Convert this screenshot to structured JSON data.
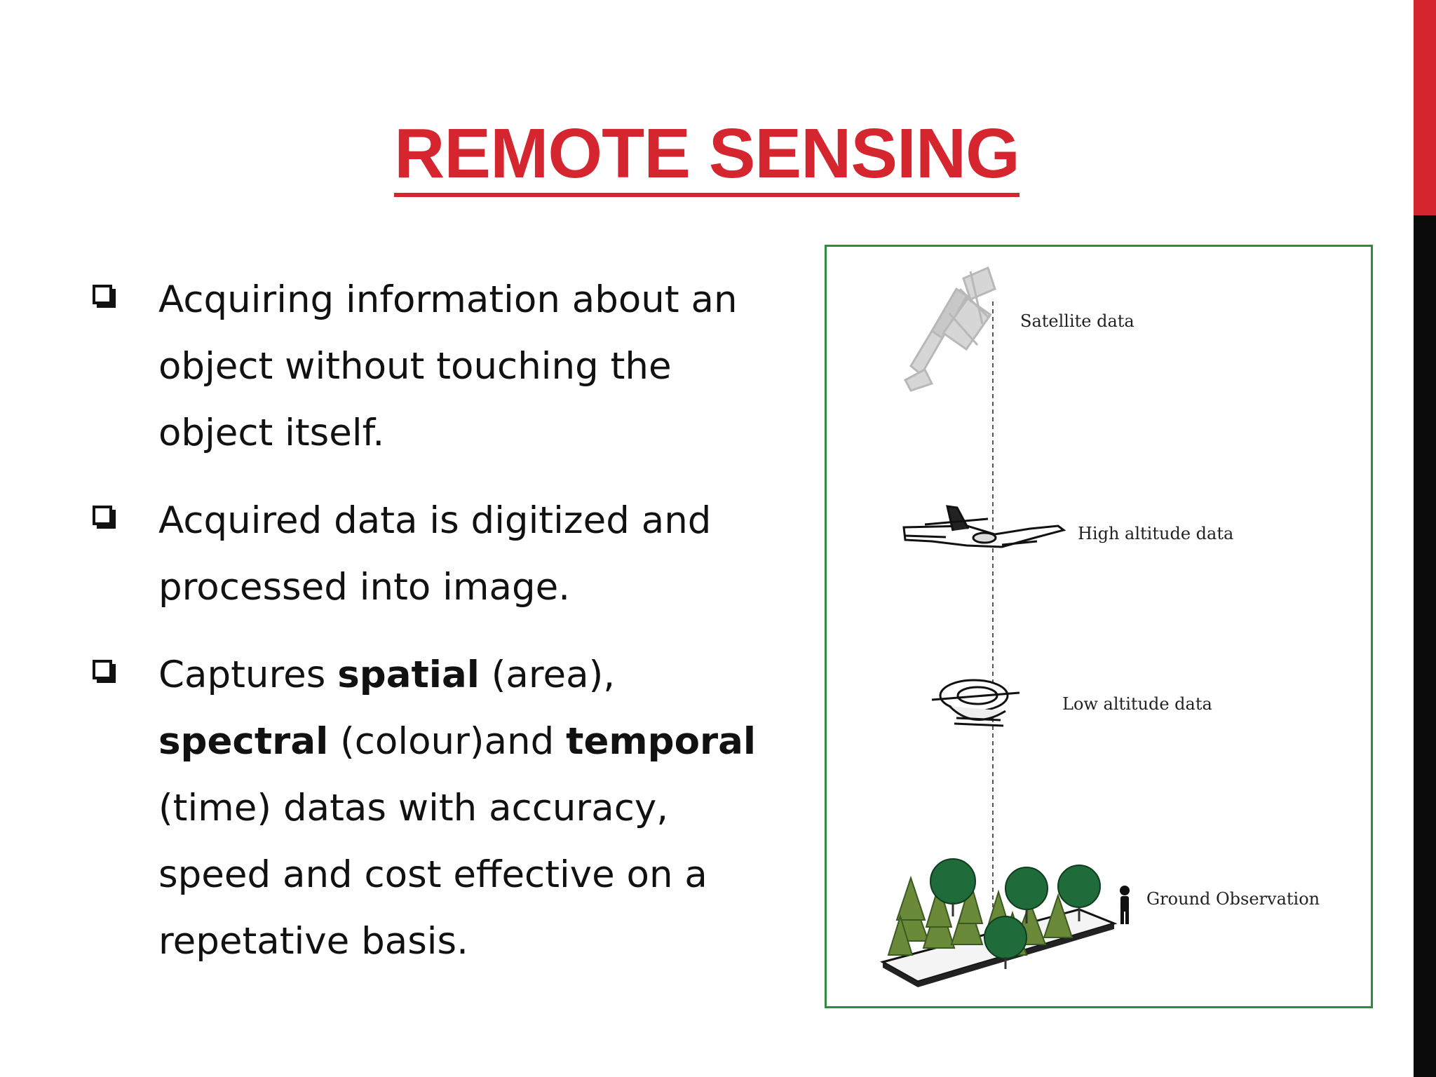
{
  "slide": {
    "title": "REMOTE SENSING",
    "bullets": [
      {
        "parts": [
          "Acquiring information about an object without touching the object itself."
        ]
      },
      {
        "parts": [
          "Acquired data is digitized and processed into image."
        ]
      },
      {
        "parts": [
          "Captures ",
          "spatial",
          " (area), ",
          "spectral",
          " (colour)and ",
          "temporal",
          " (time) datas with accuracy, speed and cost effective on a repetative basis."
        ]
      }
    ],
    "accent_color": "#d5262f",
    "frame_color": "#2e8b3e"
  },
  "figure": {
    "labels": {
      "satellite": "Satellite data",
      "high_altitude": "High altitude data",
      "low_altitude": "Low altitude data",
      "ground": "Ground Observation"
    },
    "icons": [
      "satellite-icon",
      "airplane-icon",
      "helicopter-icon",
      "tree-icon",
      "person-icon"
    ]
  }
}
